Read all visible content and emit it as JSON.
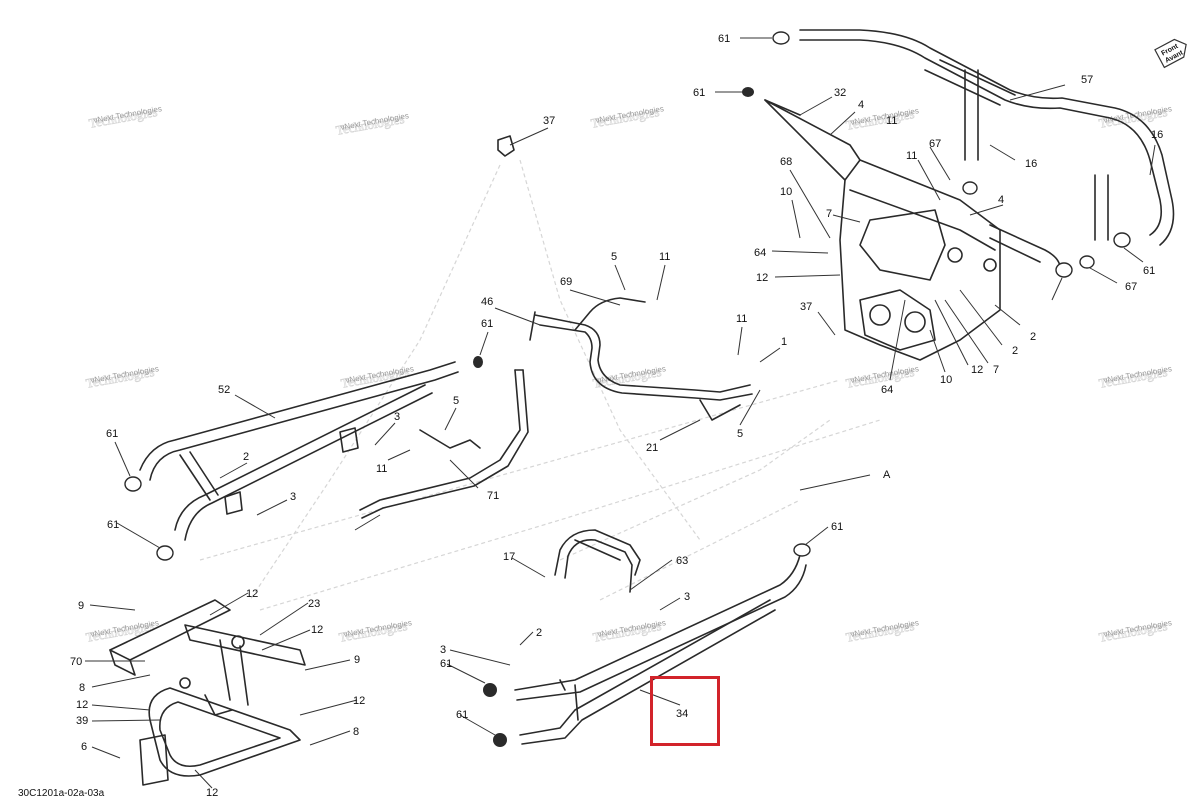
{
  "reference_code": "30C1201a-02a-03a",
  "watermark": {
    "line1": "vNext Technologies",
    "line2": "Technologies"
  },
  "front_badge": {
    "line1": "Front",
    "line2": "Avant"
  },
  "highlighted_callout": "34",
  "highlight_color": "#d2232a",
  "callouts": [
    "61",
    "61",
    "32",
    "4",
    "11",
    "57",
    "16",
    "37",
    "68",
    "11",
    "67",
    "4",
    "16",
    "10",
    "7",
    "64",
    "12",
    "4",
    "5",
    "11",
    "69",
    "46",
    "61",
    "37",
    "11",
    "1",
    "61",
    "2",
    "2",
    "12",
    "7",
    "10",
    "64",
    "2",
    "67",
    "52",
    "3",
    "61",
    "5",
    "11",
    "2",
    "3",
    "21",
    "5",
    "71",
    "A",
    "61",
    "17",
    "63",
    "61",
    "9",
    "12",
    "23",
    "3",
    "12",
    "2",
    "70",
    "9",
    "8",
    "3",
    "61",
    "12",
    "12",
    "39",
    "61",
    "34",
    "8",
    "6",
    "12"
  ]
}
